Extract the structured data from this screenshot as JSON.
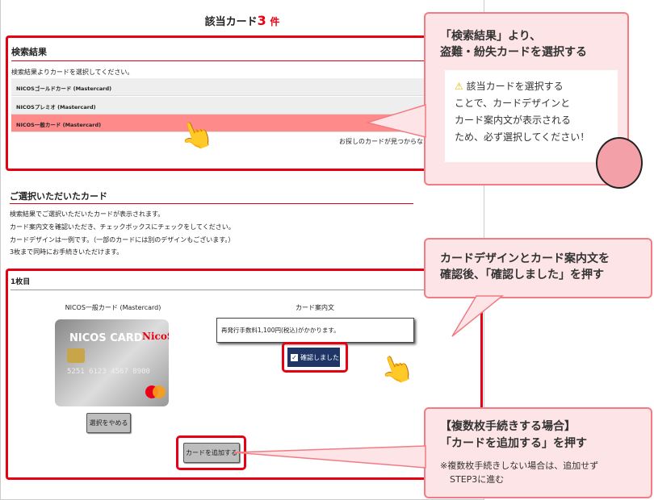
{
  "header": {
    "title": "該当カード",
    "count": "3",
    "unit": "件"
  },
  "search": {
    "heading": "検索結果",
    "instruction": "検索結果よりカードを選択してください。",
    "items": [
      {
        "label": "NICOSゴールドカード (Mastercard)"
      },
      {
        "label": "NICOSプレミオ (Mastercard)"
      },
      {
        "label": "NICOS一般カード (Mastercard)"
      }
    ],
    "not_found": "お探しのカードが見つからな"
  },
  "selected": {
    "heading": "ご選択いただいたカード",
    "lines": [
      "検索結果でご選択いただいたカードが表示されます。",
      "カード案内文を確認いただき、チェックボックスにチェックをしてください。",
      "カードデザインは一例です。（一部のカードには別のデザインもございます。）",
      "3枚まで同時にお手続きいただけます。"
    ]
  },
  "card1": {
    "heading": "1枚目",
    "card_name": "NICOS一般カード (Mastercard)",
    "card_brand": "NICOS CARD",
    "card_logo": "NicoS",
    "card_number": "5251 6123 4567 8900",
    "info_label": "カード案内文",
    "info_text": "再発行手数料1,100円(税込)がかかります。",
    "confirm_label": "確認しました",
    "cancel_label": "選択をやめる",
    "add_label": "カードを追加する"
  },
  "callouts": {
    "c1": {
      "line1": "「検索結果」より、",
      "line2": "盗難・紛失カードを選択する",
      "note": [
        "該当カードを選択する",
        "ことで、カードデザインと",
        "カード案内文が表示される",
        "ため、必ず選択してください！"
      ]
    },
    "c2": {
      "line1": "カードデザインとカード案内文を",
      "line2": "確認後、「確認しました」を押す"
    },
    "c3": {
      "line1": "【複数枚手続きする場合】",
      "line2": "「カードを追加する」を押す",
      "note1": "※複数枚手続きしない場合は、追加せず",
      "note2": "STEP3に進む"
    }
  },
  "colors": {
    "accent": "#e60012",
    "bubble": "#fde4e6",
    "confirm": "#1f3566"
  }
}
